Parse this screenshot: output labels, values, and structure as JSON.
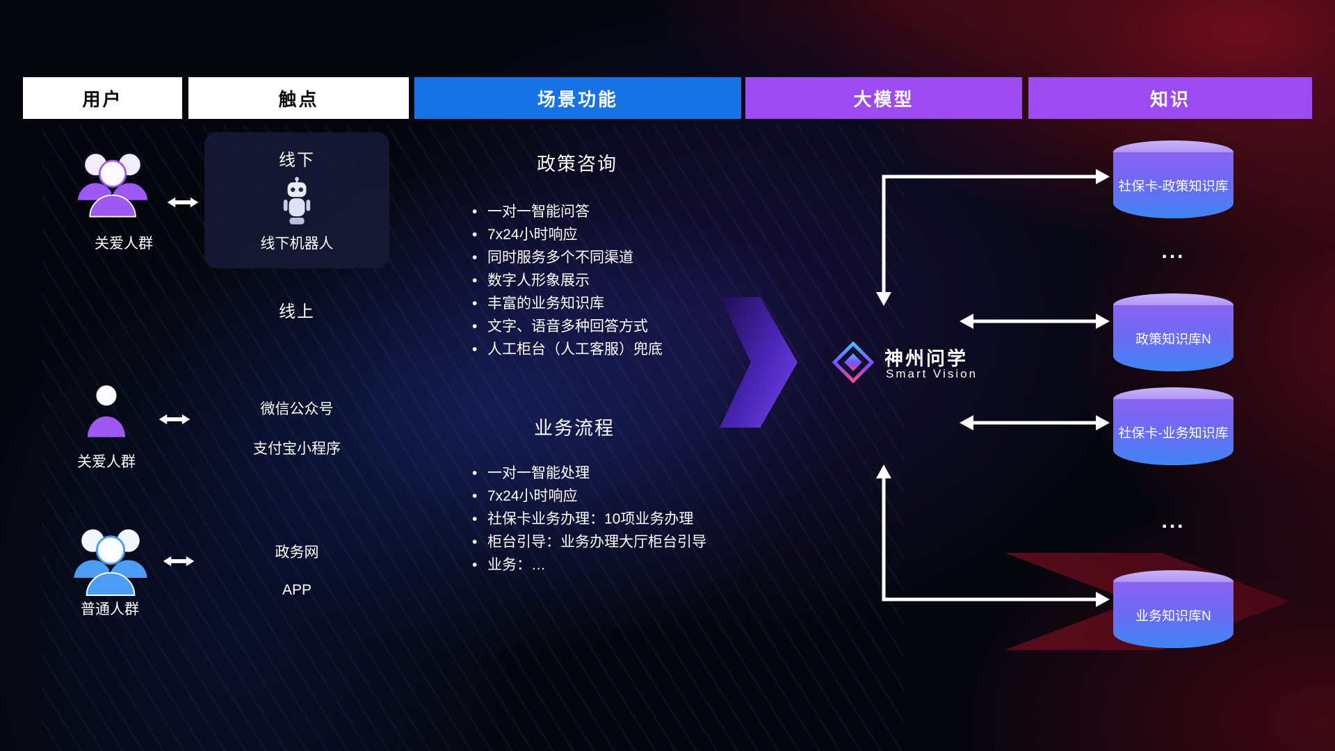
{
  "theme": {
    "bg": "#05060d",
    "accent_blue": "#1673e6",
    "accent_purple": "#9c4bf0",
    "icon_purple": "#9d5af2",
    "icon_blue": "#4d9df5",
    "cylinder_top": "#c6b3fa",
    "cylinder_bottom": "#3f86f4",
    "flow_arrow_start": "#1c0f52",
    "flow_arrow_end": "#7b46f0"
  },
  "header": {
    "col_user": "用户",
    "col_touchpoint": "触点",
    "col_scene": "场景功能",
    "col_model": "大模型",
    "col_knowledge": "知识"
  },
  "users": [
    {
      "label": "关爱人群"
    },
    {
      "label": "关爱人群"
    },
    {
      "label": "普通人群"
    }
  ],
  "touchpoints": {
    "offline_title": "线下",
    "offline_robot": "线下机器人",
    "online_title": "线上",
    "wechat": "微信公众号",
    "alipay": "支付宝小程序",
    "gov": "政务网",
    "app": "APP"
  },
  "scenes": [
    {
      "title": "政策咨询",
      "items": [
        "一对一智能问答",
        "7x24小时响应",
        "同时服务多个不同渠道",
        "数字人形象展示",
        "丰富的业务知识库",
        "文字、语音多种回答方式",
        "人工柜台（人工客服）兜底"
      ]
    },
    {
      "title": "业务流程",
      "items": [
        "一对一智能处理",
        "7x24小时响应",
        "社保卡业务办理：10项业务办理",
        "柜台引导：业务办理大厅柜台引导",
        "业务：…"
      ]
    }
  ],
  "model": {
    "name": "神州问学",
    "subtitle": "Smart Vision"
  },
  "knowledge": {
    "dbs": [
      "社保卡-政策知识库",
      "政策知识库N",
      "社保卡-业务知识库",
      "业务知识库N"
    ],
    "ellipsis": "..."
  }
}
